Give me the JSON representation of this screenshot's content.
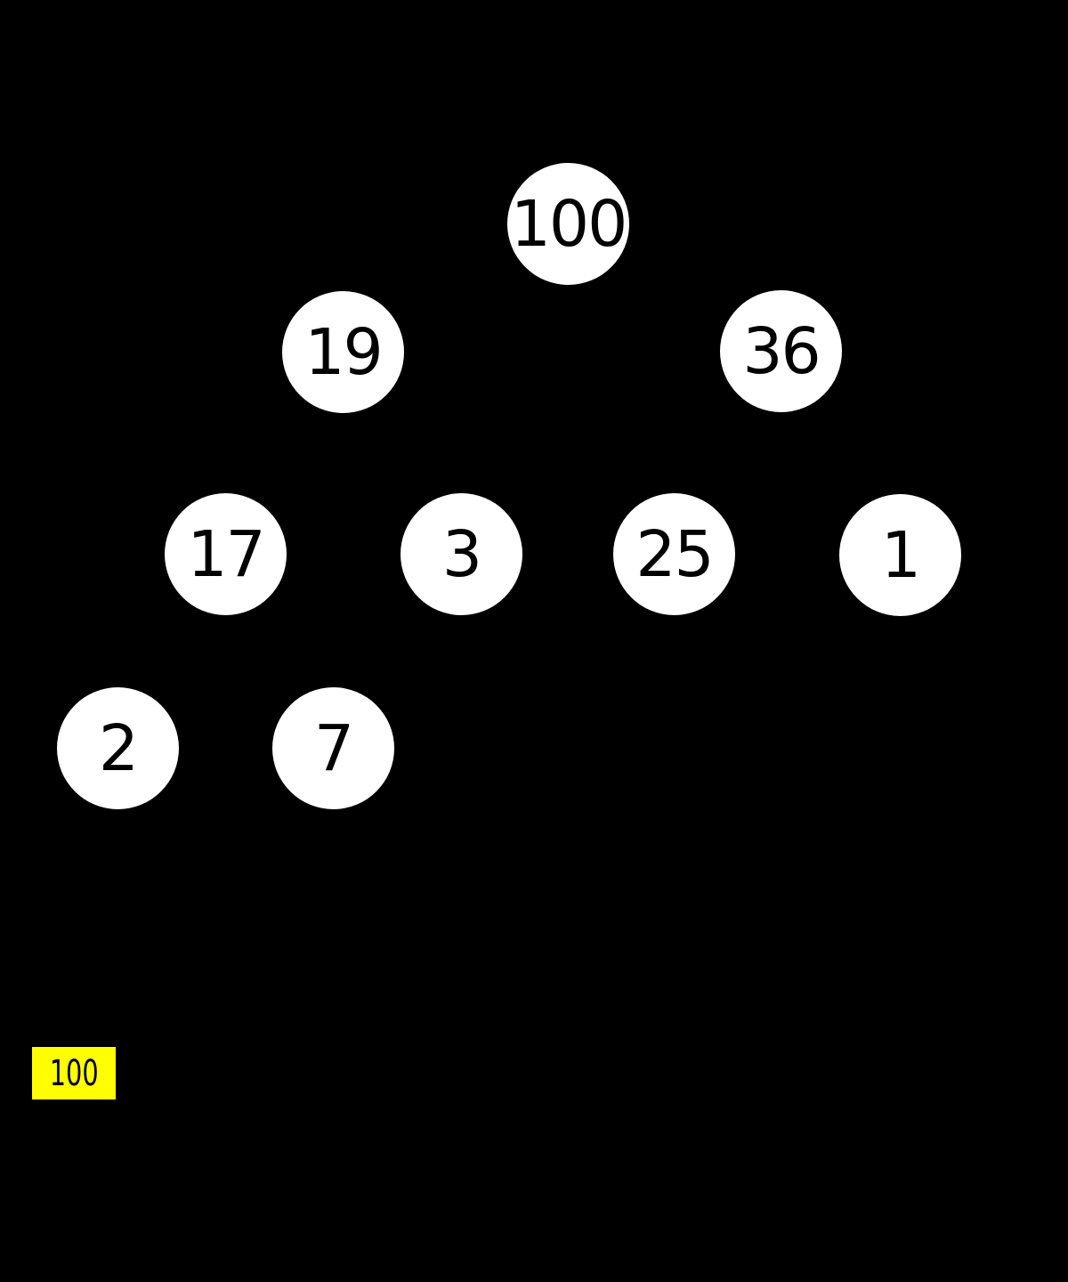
{
  "diagram": {
    "type": "binary-tree",
    "background_color": "#000000",
    "node_fill_color": "#ffffff",
    "node_text_color": "#000000",
    "levels": [
      [
        "100"
      ],
      [
        "19",
        "36"
      ],
      [
        "17",
        "3",
        "25",
        "1"
      ],
      [
        "2",
        "7"
      ]
    ],
    "nodes": [
      {
        "value": "100"
      },
      {
        "value": "19"
      },
      {
        "value": "36"
      },
      {
        "value": "17"
      },
      {
        "value": "3"
      },
      {
        "value": "25"
      },
      {
        "value": "1"
      },
      {
        "value": "2"
      },
      {
        "value": "7"
      }
    ]
  },
  "badge": {
    "text": "100",
    "background_color": "#ffff00",
    "text_color": "#000000"
  }
}
